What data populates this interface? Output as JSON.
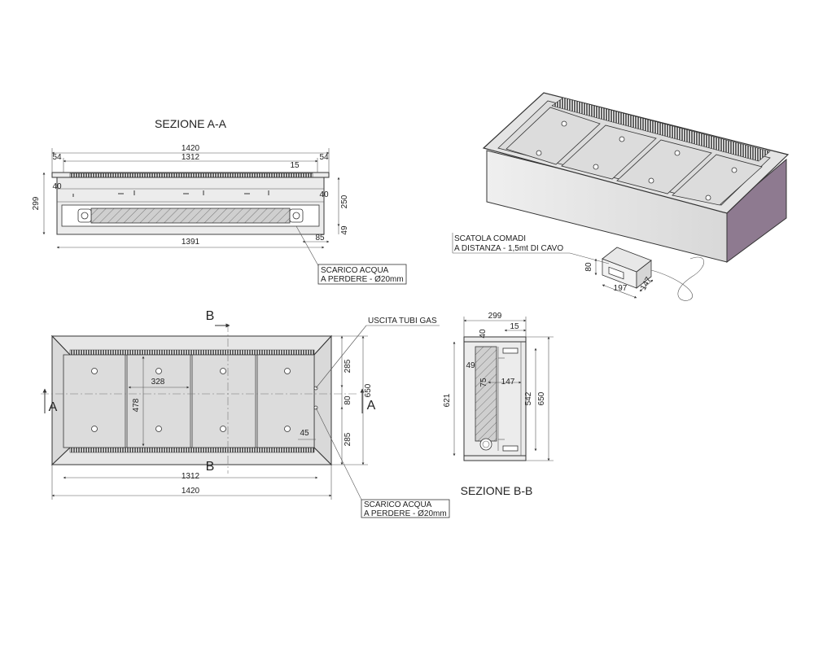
{
  "section_aa": {
    "title": "SEZIONE A-A",
    "dim_total_width": "1420",
    "dim_inner_width": "1312",
    "dim_left_edge": "54",
    "dim_right_edge": "54",
    "dim_top_offset": "15",
    "dim_left_depth": "40",
    "dim_right_depth": "40",
    "dim_height": "299",
    "dim_inner_height": "250",
    "dim_foot": "49",
    "dim_base_width": "1391",
    "dim_drain_offset": "85",
    "drain_note_line1": "SCARICO ACQUA",
    "drain_note_line2": "A PERDERE - Ø20mm"
  },
  "iso_view": {
    "control_box_line1": "SCATOLA COMADI",
    "control_box_line2": "A DISTANZA - 1,5mt DI CAVO",
    "dim_box_height": "80",
    "dim_box_width": "197",
    "dim_box_depth": "147"
  },
  "plan_view": {
    "section_label_b_top": "B",
    "section_label_b_bottom": "B",
    "section_label_a_left": "A",
    "section_label_a_right": "A",
    "gas_outlet_note": "USCITA TUBI GAS",
    "dim_plate_width": "328",
    "dim_plate_height": "478",
    "dim_upper_half": "285",
    "dim_center": "80",
    "dim_lower_half": "285",
    "dim_depth_total": "650",
    "dim_drain_pos": "45",
    "dim_inner_width": "1312",
    "dim_total_width": "1420",
    "drain_note_line1": "SCARICO ACQUA",
    "drain_note_line2": "A PERDERE - Ø20mm"
  },
  "section_bb": {
    "title": "SEZIONE B-B",
    "dim_height": "299",
    "dim_wall": "40",
    "dim_lip": "15",
    "dim_side": "49",
    "dim_inner_depth": "75",
    "dim_gap": "147",
    "dim_inner_length": "621",
    "dim_mid_length": "542",
    "dim_total_length": "650"
  }
}
